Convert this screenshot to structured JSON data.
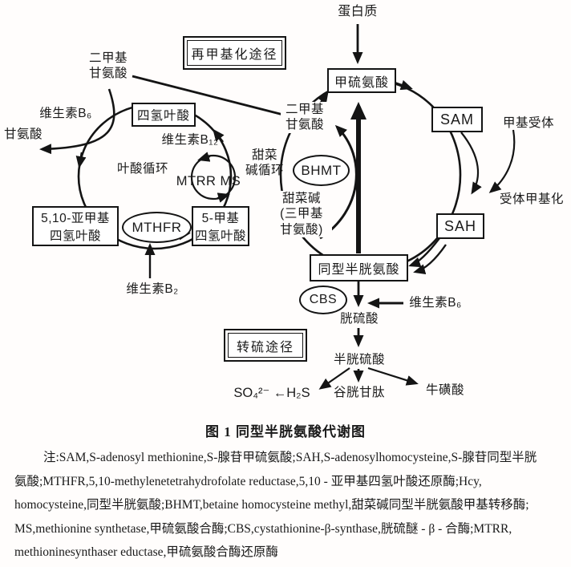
{
  "figure": {
    "pathways": {
      "remethylation": "再甲基化途径",
      "transsulfuration": "转硫途径"
    },
    "cycles": {
      "folate": "叶酸循环",
      "betaine_line1": "甜菜",
      "betaine_line2": "碱循环"
    },
    "enzymes": {
      "mthfr": "MTHFR",
      "bhmt": "BHMT",
      "cbs": "CBS",
      "mtrr_ms": "MTRR MS"
    },
    "cofactors": {
      "vitamin_b6": "维生素B₆",
      "vitamin_b12": "维生素B₁₂",
      "vitamin_b2": "维生素B₂"
    },
    "metabolites": {
      "protein": "蛋白质",
      "methionine": "甲硫氨酸",
      "sam": "SAM",
      "sah": "SAH",
      "homocysteine": "同型半胱氨酸",
      "dimethylglycine_line1": "二甲基",
      "dimethylglycine_line2": "甘氨酸",
      "glycine": "甘氨酸",
      "thf": "四氢叶酸",
      "methylene_thf_line1": "5,10-亚甲基",
      "methylene_thf_line2": "四氢叶酸",
      "methyl_thf_line1": "5-甲基",
      "methyl_thf_line2": "四氢叶酸",
      "betaine_line1": "甜菜碱",
      "betaine_line2": "(三甲基",
      "betaine_line3": "甘氨酸)",
      "methyl_acceptor": "甲基受体",
      "receptor_methylation": "受体甲基化",
      "cystathionine": "胱硫酸",
      "cysteine_sulfinic_acid": "半胱硫酸",
      "sulfate_h2s": "SO₄²⁻ ←H₂S",
      "glutathione": "谷胱甘肽",
      "taurine": "牛磺酸"
    }
  },
  "caption": {
    "title": "图 1 同型半胱氨酸代谢图",
    "note_lines": [
      "注:SAM,S-adenosyl methionine,S-腺苷甲硫氨酸;SAH,S-adenosylhomocysteine,S-腺苷同型半胱",
      "氨酸;MTHFR,5,10-methylenetetrahydrofolate reductase,5,10 - 亚甲基四氢叶酸还原酶;Hcy,",
      "homocysteine,同型半胱氨酸;BHMT,betaine homocysteine methyl,甜菜碱同型半胱氨酸甲基转移酶;",
      "MS,methionine synthetase,甲硫氨酸合酶;CBS,cystathionine-β-synthase,胱硫醚 - β - 合酶;MTRR,",
      "methioninesynthaser eductase,甲硫氨酸合酶还原酶"
    ]
  },
  "colors": {
    "ink": "#1a1a1a",
    "background": "#fffdfc"
  }
}
